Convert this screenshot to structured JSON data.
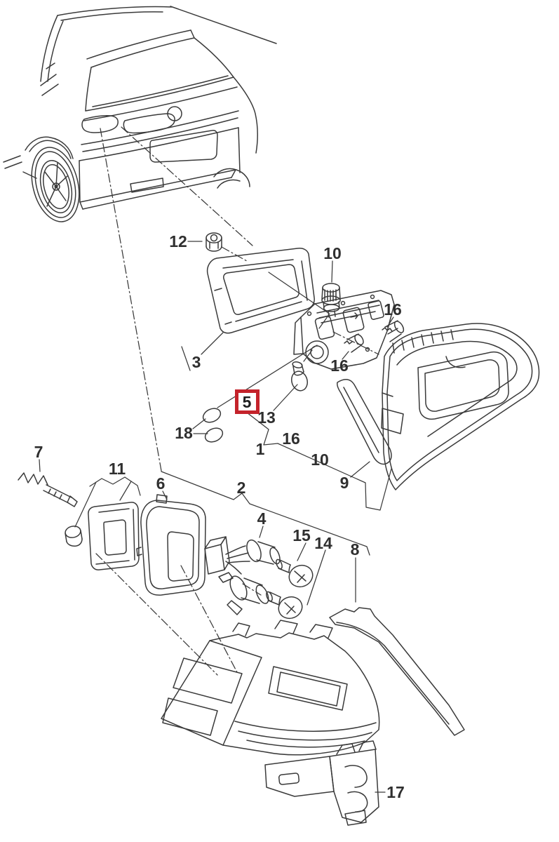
{
  "colors": {
    "background": "#ffffff",
    "line": "#3a3a3a",
    "highlight": "#c4232b",
    "label": "#2f2f2f"
  },
  "diagram": {
    "type": "exploded-parts-diagram",
    "callouts": [
      {
        "text": "12",
        "part": "hex-nut"
      },
      {
        "text": "10",
        "part": "bulb-socket-top"
      },
      {
        "text": "16",
        "part": "wedge-bulb-upper-right"
      },
      {
        "text": "3",
        "part": "tailgate-lamp-seal"
      },
      {
        "text": "5",
        "part": "bulb-carrier",
        "highlighted": true
      },
      {
        "text": "13",
        "part": "bulb"
      },
      {
        "text": "16",
        "part": "wedge-bulb-lower"
      },
      {
        "text": "18",
        "part": "sealing-caps"
      },
      {
        "text": "1",
        "part": "inner-tail-light"
      },
      {
        "text": "16",
        "part": "wedge-bulb"
      },
      {
        "text": "10",
        "part": "bulb-socket"
      },
      {
        "text": "9",
        "part": "inner-trim-strip"
      },
      {
        "text": "7",
        "part": "adjusting-screw"
      },
      {
        "text": "11",
        "part": "seal-ring"
      },
      {
        "text": "6",
        "part": "cover-cap"
      },
      {
        "text": "2",
        "part": "outer-tail-light-group"
      },
      {
        "text": "4",
        "part": "bulb-holder-harness"
      },
      {
        "text": "15",
        "part": "bulb-upper"
      },
      {
        "text": "14",
        "part": "bulb-lower"
      },
      {
        "text": "8",
        "part": "outer-trim-panel"
      },
      {
        "text": "17",
        "part": "mounting-bracket"
      }
    ]
  }
}
